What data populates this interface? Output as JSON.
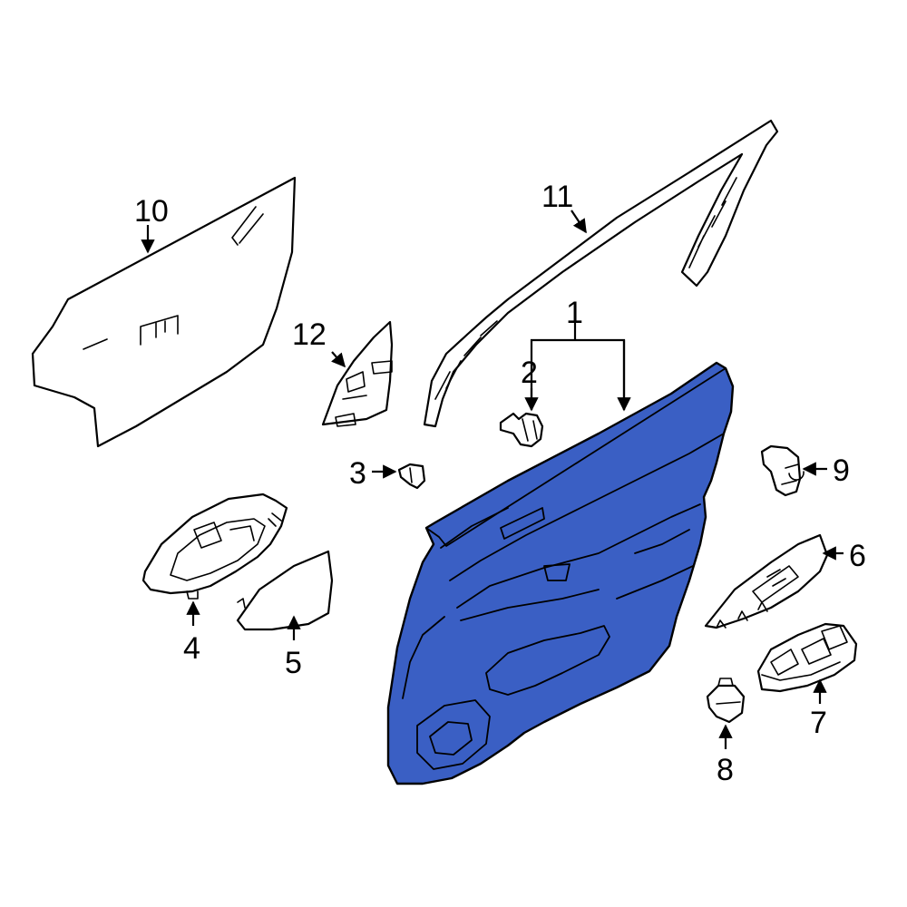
{
  "colors": {
    "highlight": "#3a5fc4",
    "line": "#000000",
    "background": "#ffffff"
  },
  "callouts": {
    "c1": "1",
    "c2": "2",
    "c3": "3",
    "c4": "4",
    "c5": "5",
    "c6": "6",
    "c7": "7",
    "c8": "8",
    "c9": "9",
    "c10": "10",
    "c11": "11",
    "c12": "12"
  }
}
